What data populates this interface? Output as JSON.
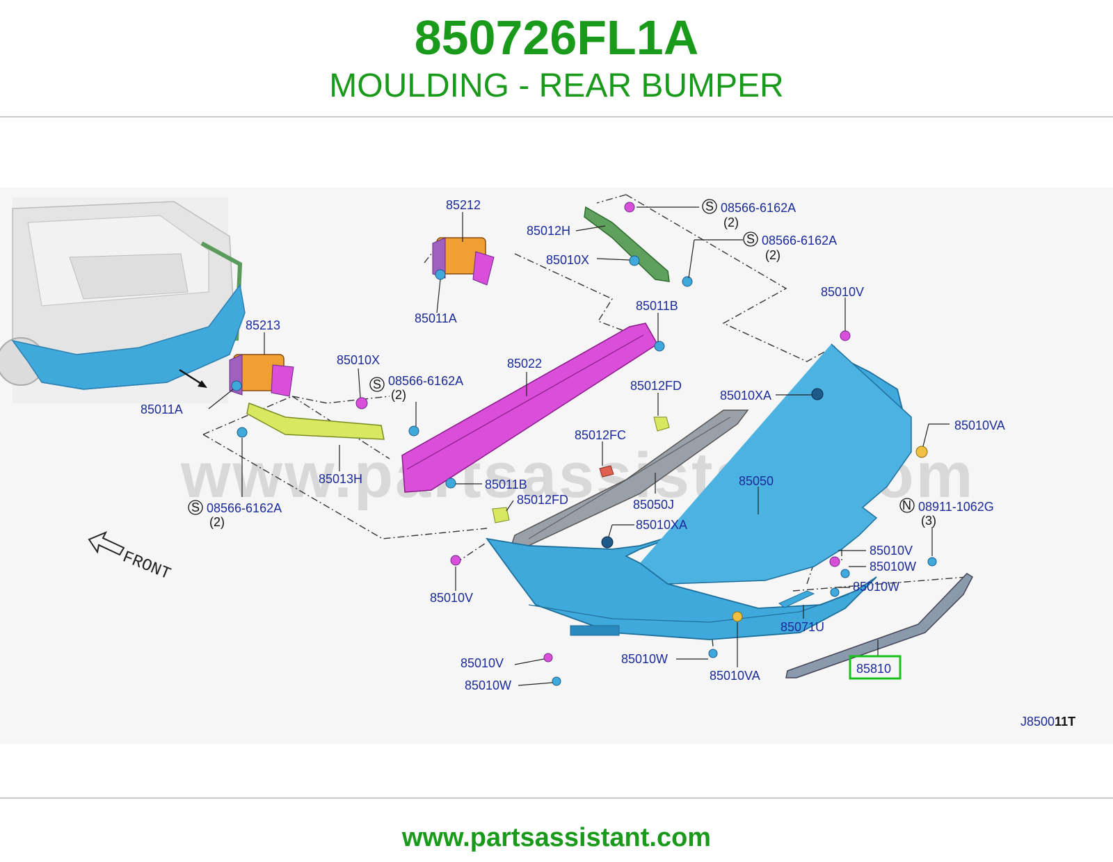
{
  "header": {
    "part_number": "850726FL1A",
    "part_title": "MOULDING - REAR BUMPER"
  },
  "diagram": {
    "watermark": "www.partsassistant.com",
    "front_label": "FRONT",
    "diagram_code_prefix": "J8500",
    "diagram_code_suffix": "11T",
    "labels": {
      "p85212": "85212",
      "p85012H": "85012H",
      "s1": "08566-6162A",
      "s1_qty": "(2)",
      "s2": "08566-6162A",
      "s2_qty": "(2)",
      "p85010X_top": "85010X",
      "p85011A_top": "85011A",
      "p85011B_top": "85011B",
      "p85010V_top": "85010V",
      "p85213": "85213",
      "p85010X_mid": "85010X",
      "s3": "08566-6162A",
      "s3_qty": "(2)",
      "p85022": "85022",
      "p85012FD_top": "85012FD",
      "p85010XA_top": "85010XA",
      "p85010VA_right": "85010VA",
      "p85011A_left": "85011A",
      "p85012FC": "85012FC",
      "p85013H": "85013H",
      "p85011B_mid": "85011B",
      "p85050": "85050",
      "p85050J": "85050J",
      "p85012FD_low": "85012FD",
      "n1": "08911-1062G",
      "n1_qty": "(3)",
      "s4": "08566-6162A",
      "s4_qty": "(2)",
      "p85010XA_low": "85010XA",
      "p85010V_r": "85010V",
      "p85010W_r1": "85010W",
      "p85010W_r2": "85010W",
      "p85010V_left": "85010V",
      "p85071U": "85071U",
      "p85010V_bot": "85010V",
      "p85010W_bot": "85010W",
      "p85010W_mid": "85010W",
      "p85010VA_bot": "85010VA",
      "p85810": "85810",
      "s_symbol": "S",
      "n_symbol": "N"
    }
  },
  "footer": {
    "url": "www.partsassistant.com"
  },
  "colors": {
    "brand_green": "#1a9a1a",
    "label_blue": "#1b2a9a",
    "bumper_blue": "#3fa9dc",
    "reinforcement_magenta": "#d94fd9",
    "bracket_orange": "#f0a030",
    "bracket_yellow": "#d8e860",
    "highlight_green": "#16c21a"
  }
}
